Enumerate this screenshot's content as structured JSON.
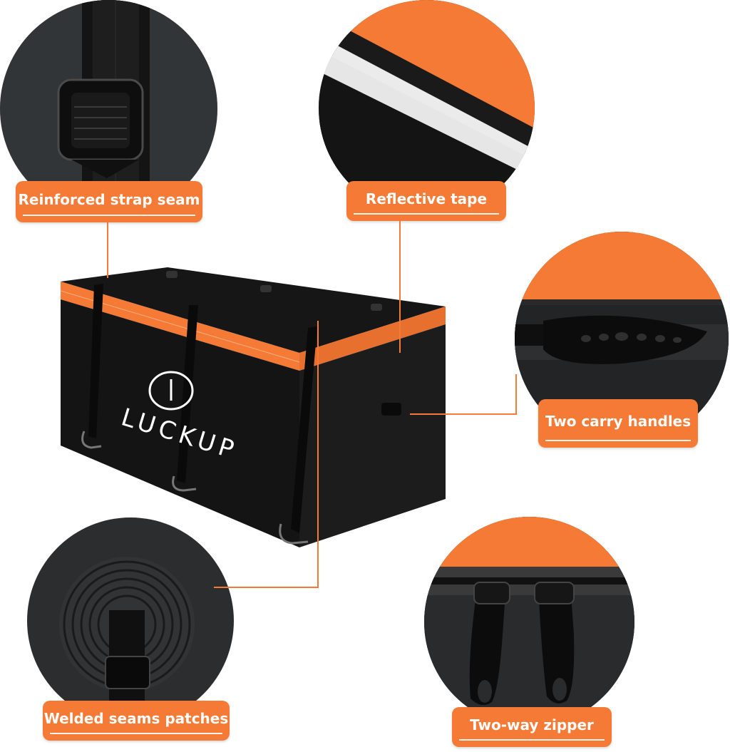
{
  "features": {
    "strap_label": "Reinforced strap seam",
    "tape_label": "Reflective tape",
    "handles_label": "Two carry handles",
    "patches_label": "Welded seams patches",
    "zipper_label": "Two-way zipper"
  },
  "product": {
    "brand": "LUCKUP"
  },
  "colors": {
    "accent": "#f47a35",
    "bag": "#151515"
  }
}
